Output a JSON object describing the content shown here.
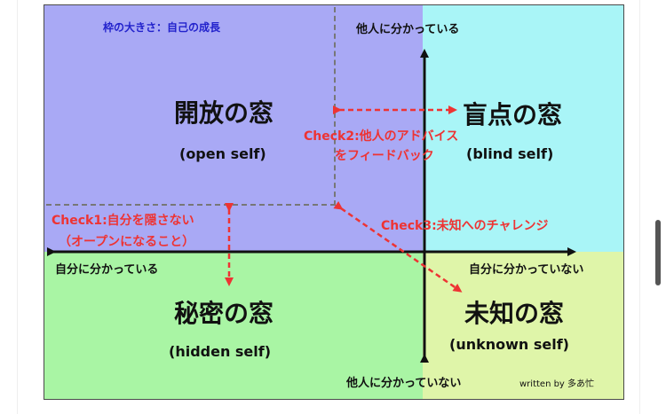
{
  "diagram": {
    "frame_label": "枠の大きさ：自己の成長",
    "windows": {
      "open": {
        "title": "開放の窓",
        "subtitle": "(open self)",
        "color": "#a9a9f5"
      },
      "blind": {
        "title": "盲点の窓",
        "subtitle": "(blind self)",
        "color": "#a9f5f7"
      },
      "hidden": {
        "title": "秘密の窓",
        "subtitle": "(hidden self)",
        "color": "#a9f5a4"
      },
      "unknown": {
        "title": "未知の窓",
        "subtitle": "(unknown self)",
        "color": "#dff5a9"
      }
    },
    "axes": {
      "top": "他人に分かっている",
      "bottom": "他人に分かっていない",
      "left": "自分に分かっている",
      "right": "自分に分かっていない"
    },
    "checks": {
      "check1_line1": "Check1:自分を隠さない",
      "check1_line2": "（オープンになること）",
      "check2_line1": "Check2:他人のアドバイス",
      "check2_line2": "をフィードバック",
      "check3": "Check3:未知へのチャレンジ"
    },
    "credit": "written by 多あ忙",
    "colors": {
      "arrow_red": "#ee3333",
      "axis_black": "#111111",
      "frame_label_blue": "#2222cc"
    }
  }
}
